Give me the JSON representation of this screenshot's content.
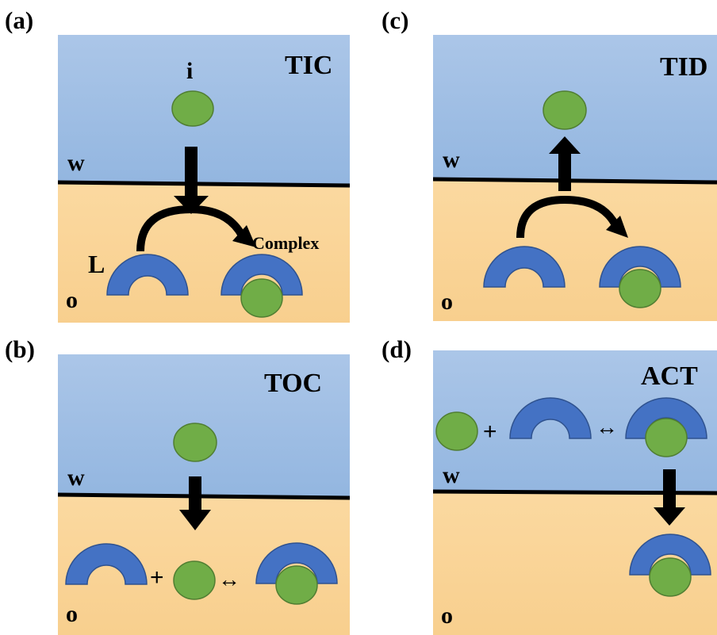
{
  "figure": {
    "panels": [
      {
        "id": "a",
        "label": "(a)",
        "title": "TIC",
        "water": "w",
        "organic": "o",
        "ion": "i",
        "ligand": "L",
        "complex": "Complex"
      },
      {
        "id": "b",
        "label": "(b)",
        "title": "TOC",
        "water": "w",
        "organic": "o",
        "plus": "+",
        "equilibrium": "↔"
      },
      {
        "id": "c",
        "label": "(c)",
        "title": "TID",
        "water": "w",
        "organic": "o"
      },
      {
        "id": "d",
        "label": "(d)",
        "title": "ACT",
        "water": "w",
        "organic": "o",
        "plus": "+",
        "equilibrium": "↔"
      }
    ]
  },
  "colors": {
    "water_top": "#abc6e8",
    "water_bottom": "#93b6e0",
    "organic_top": "#fbd9a0",
    "organic_bottom": "#f8cf8e",
    "ligand_fill": "#4472c4",
    "ligand_stroke": "#2f528f",
    "ion_fill": "#70ad47",
    "ion_stroke": "#507e32",
    "interface": "#000000"
  }
}
